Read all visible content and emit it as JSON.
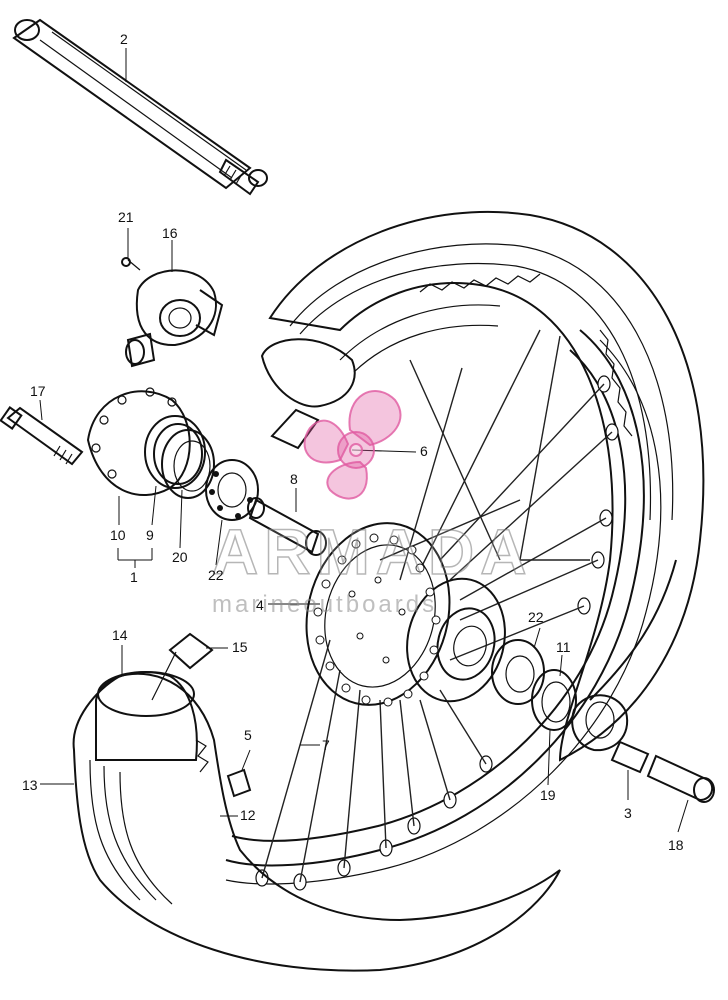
{
  "diagram": {
    "part_labels": [
      {
        "id": "label-1",
        "text": "1"
      },
      {
        "id": "label-2",
        "text": "2"
      },
      {
        "id": "label-3",
        "text": "3"
      },
      {
        "id": "label-4",
        "text": "4"
      },
      {
        "id": "label-5",
        "text": "5"
      },
      {
        "id": "label-6",
        "text": "6"
      },
      {
        "id": "label-7",
        "text": "7"
      },
      {
        "id": "label-8",
        "text": "8"
      },
      {
        "id": "label-9",
        "text": "9"
      },
      {
        "id": "label-10",
        "text": "10"
      },
      {
        "id": "label-11",
        "text": "11"
      },
      {
        "id": "label-12",
        "text": "12"
      },
      {
        "id": "label-13",
        "text": "13"
      },
      {
        "id": "label-14",
        "text": "14"
      },
      {
        "id": "label-15",
        "text": "15"
      },
      {
        "id": "label-16",
        "text": "16"
      },
      {
        "id": "label-17",
        "text": "17"
      },
      {
        "id": "label-18",
        "text": "18"
      },
      {
        "id": "label-19",
        "text": "19"
      },
      {
        "id": "label-20",
        "text": "20"
      },
      {
        "id": "label-21",
        "text": "21"
      },
      {
        "id": "label-22a",
        "text": "22"
      },
      {
        "id": "label-22b",
        "text": "22"
      }
    ]
  },
  "watermark": {
    "brand": "ARMADA",
    "tagline": "marineoutboards",
    "colors": {
      "logo": "#e05aa0",
      "text": "#7a7a7a"
    }
  }
}
